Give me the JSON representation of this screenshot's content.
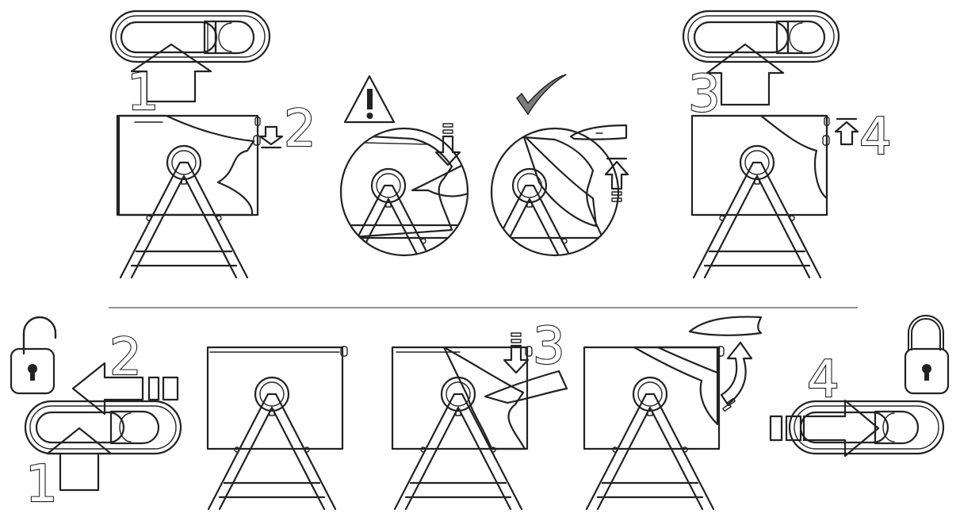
{
  "top_left": {
    "step1": "1",
    "step2": "2"
  },
  "top_right": {
    "step3": "3",
    "step4": "4"
  },
  "bottom": {
    "step1": "1",
    "step2": "2",
    "step3": "3",
    "step4": "4"
  },
  "icons": {
    "warning": "warning-triangle-icon",
    "check": "check-mark-icon",
    "unlock": "unlocked-padlock-icon",
    "lock": "locked-padlock-icon"
  },
  "colors": {
    "dark_fabric": "#7c7c7c",
    "mid_fabric": "#a6a6a6",
    "light_fabric": "#ececec",
    "arrow_fill": "#c8c8c8",
    "ink": "#222222"
  }
}
